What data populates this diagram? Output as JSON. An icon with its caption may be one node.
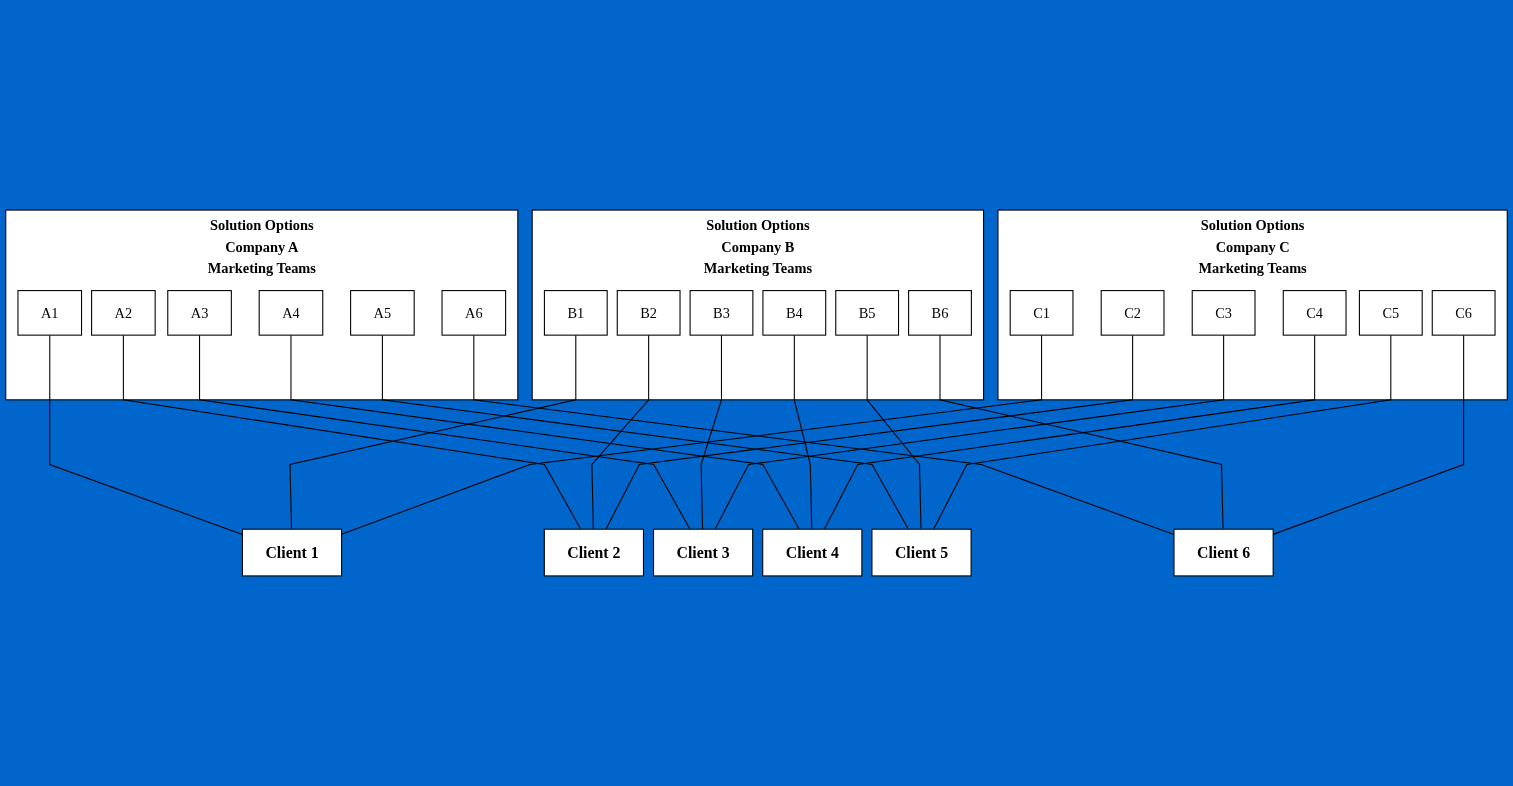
{
  "diagram": {
    "nodes": [
      {
        "text": [
          "Solution Options",
          "Company A",
          "Marketing Teams"
        ]
      },
      {
        "text": [
          "A1"
        ],
        "in": 0
      },
      {
        "text": [
          "A2"
        ],
        "in": 0
      },
      {
        "text": [
          "A3"
        ],
        "in": 0
      },
      {
        "text": [
          "A4"
        ],
        "in": 0
      },
      {
        "text": [
          "A5"
        ],
        "in": 0
      },
      {
        "text": [
          "A6"
        ],
        "in": 0
      },
      {
        "text": [
          "Solution Options",
          "Company B",
          "Marketing Teams"
        ]
      },
      {
        "text": [
          "B1"
        ],
        "in": 7
      },
      {
        "text": [
          "B2"
        ],
        "in": 7
      },
      {
        "text": [
          "B3"
        ],
        "in": 7
      },
      {
        "text": [
          "B4"
        ],
        "in": 7
      },
      {
        "text": [
          "B5"
        ],
        "in": 7
      },
      {
        "text": [
          "B6"
        ],
        "in": 7
      },
      {
        "text": [
          "Solution Options",
          "Company C",
          "Marketing Teams"
        ]
      },
      {
        "text": [
          "C1"
        ],
        "in": 14
      },
      {
        "text": [
          "C2"
        ],
        "in": 14
      },
      {
        "text": [
          "C3"
        ],
        "in": 14
      },
      {
        "text": [
          "C4"
        ],
        "in": 14
      },
      {
        "text": [
          "C5"
        ],
        "in": 14
      },
      {
        "text": [
          "C6"
        ],
        "in": 14
      },
      {
        "text": [
          "Client 1"
        ]
      },
      {
        "text": [
          "Client 2"
        ]
      },
      {
        "text": [
          "Client 3"
        ]
      },
      {
        "text": [
          "Client 4"
        ]
      },
      {
        "text": [
          "Client 5"
        ]
      },
      {
        "text": [
          "Client 6"
        ]
      }
    ],
    "edges": [
      {
        "from": 1,
        "to": 21,
        "arrow": "none"
      },
      {
        "from": 2,
        "to": 22,
        "arrow": "none"
      },
      {
        "from": 3,
        "to": 23,
        "arrow": "none"
      },
      {
        "from": 4,
        "to": 24,
        "arrow": "none"
      },
      {
        "from": 5,
        "to": 25,
        "arrow": "none"
      },
      {
        "from": 6,
        "to": 26,
        "arrow": "none"
      },
      {
        "from": 8,
        "to": 21,
        "arrow": "none"
      },
      {
        "from": 9,
        "to": 22,
        "arrow": "none"
      },
      {
        "from": 10,
        "to": 23,
        "arrow": "none"
      },
      {
        "from": 11,
        "to": 24,
        "arrow": "none"
      },
      {
        "from": 12,
        "to": 25,
        "arrow": "none"
      },
      {
        "from": 13,
        "to": 26,
        "arrow": "none"
      },
      {
        "from": 15,
        "to": 21,
        "arrow": "none"
      },
      {
        "from": 16,
        "to": 22,
        "arrow": "none"
      },
      {
        "from": 17,
        "to": 23,
        "arrow": "none"
      },
      {
        "from": 18,
        "to": 24,
        "arrow": "none"
      },
      {
        "from": 19,
        "to": 25,
        "arrow": "none"
      },
      {
        "from": 20,
        "to": 26,
        "arrow": "none"
      }
    ]
  }
}
